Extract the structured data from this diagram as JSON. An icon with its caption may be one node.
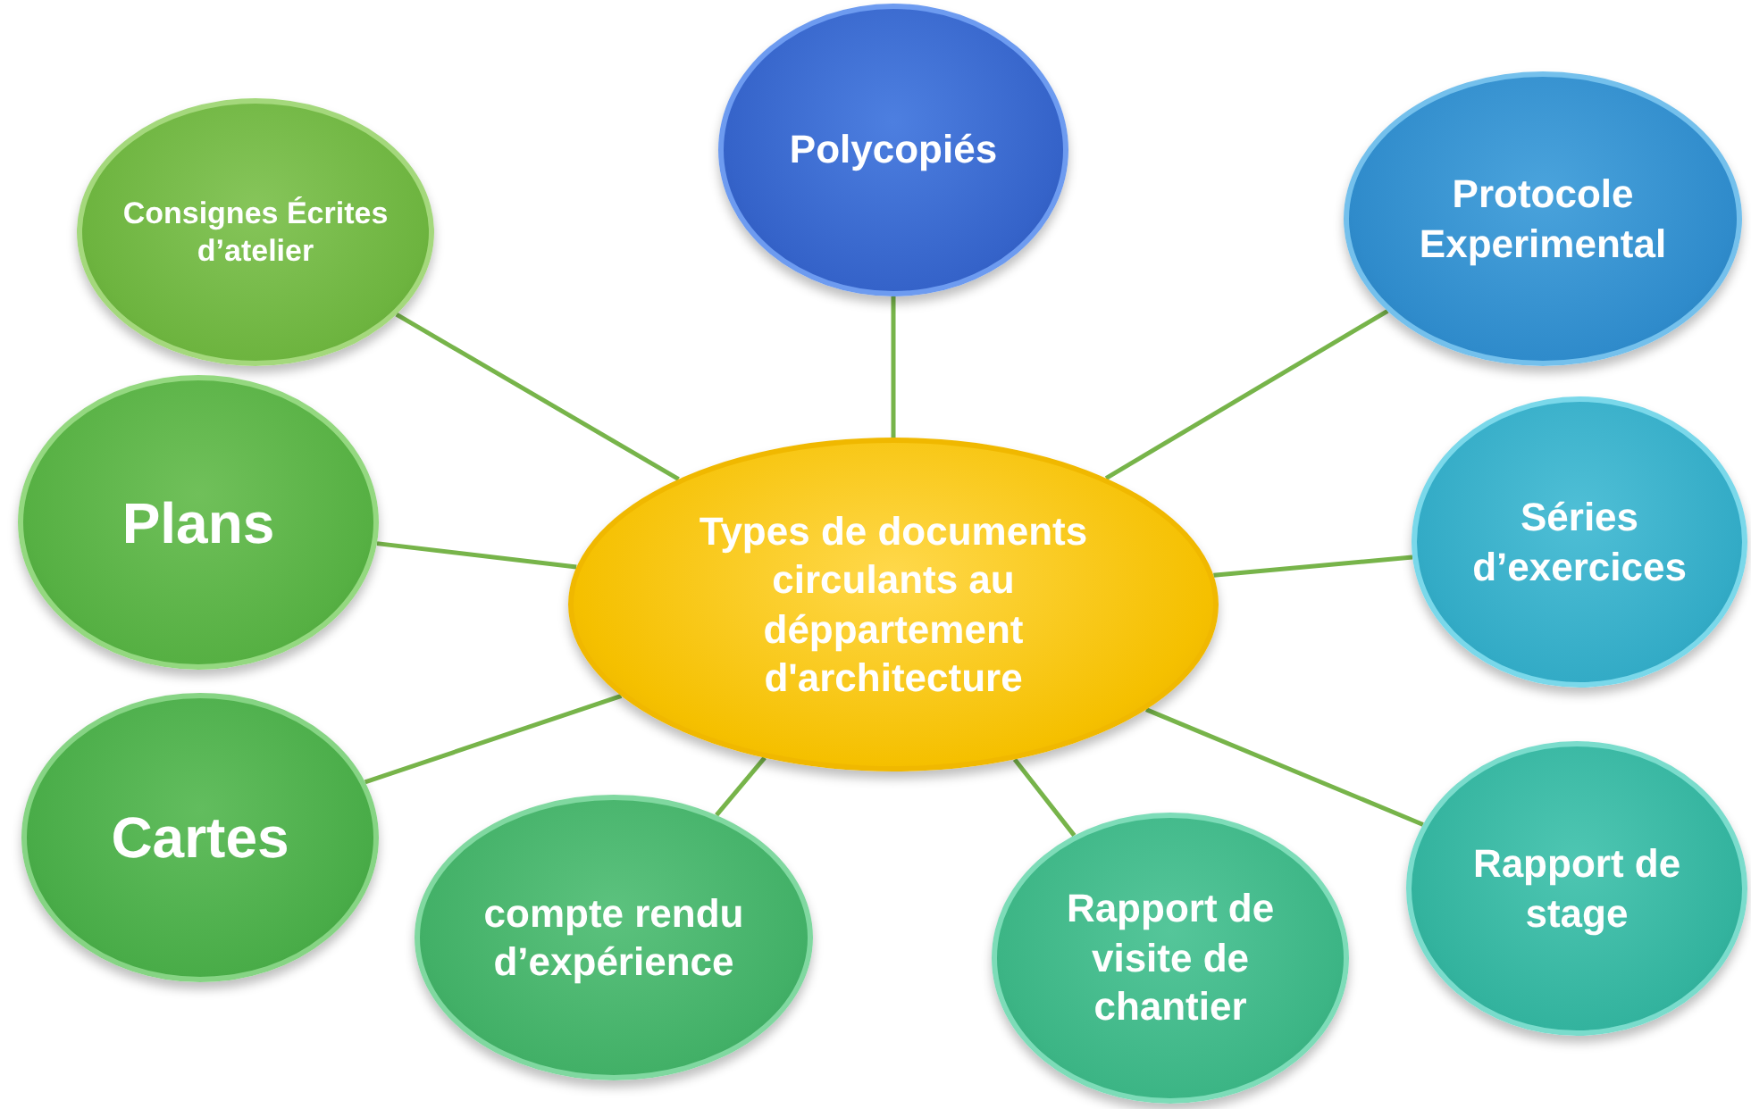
{
  "diagram": {
    "nodes": [
      {
        "text": [
          "Types de documents circulants au déppartement d'architecture"
        ]
      },
      {
        "text": [
          "Consignes Écrites d’atelier"
        ]
      },
      {
        "text": [
          "Polycopiés"
        ]
      },
      {
        "text": [
          "Protocole Experimental"
        ]
      },
      {
        "text": [
          "Plans"
        ]
      },
      {
        "text": [
          "Séries d’exercices"
        ]
      },
      {
        "text": [
          "Cartes"
        ]
      },
      {
        "text": [
          "compte rendu d’expérience"
        ]
      },
      {
        "text": [
          "Rapport de visite de chantier"
        ]
      },
      {
        "text": [
          "Rapport de stage"
        ]
      }
    ],
    "edges": [
      {
        "from": 0,
        "to": 1,
        "arrow": "none"
      },
      {
        "from": 0,
        "to": 2,
        "arrow": "none"
      },
      {
        "from": 0,
        "to": 3,
        "arrow": "none"
      },
      {
        "from": 0,
        "to": 4,
        "arrow": "none"
      },
      {
        "from": 0,
        "to": 5,
        "arrow": "none"
      },
      {
        "from": 0,
        "to": 6,
        "arrow": "none"
      },
      {
        "from": 0,
        "to": 7,
        "arrow": "none"
      },
      {
        "from": 0,
        "to": 8,
        "arrow": "none"
      },
      {
        "from": 0,
        "to": 9,
        "arrow": "none"
      }
    ]
  }
}
